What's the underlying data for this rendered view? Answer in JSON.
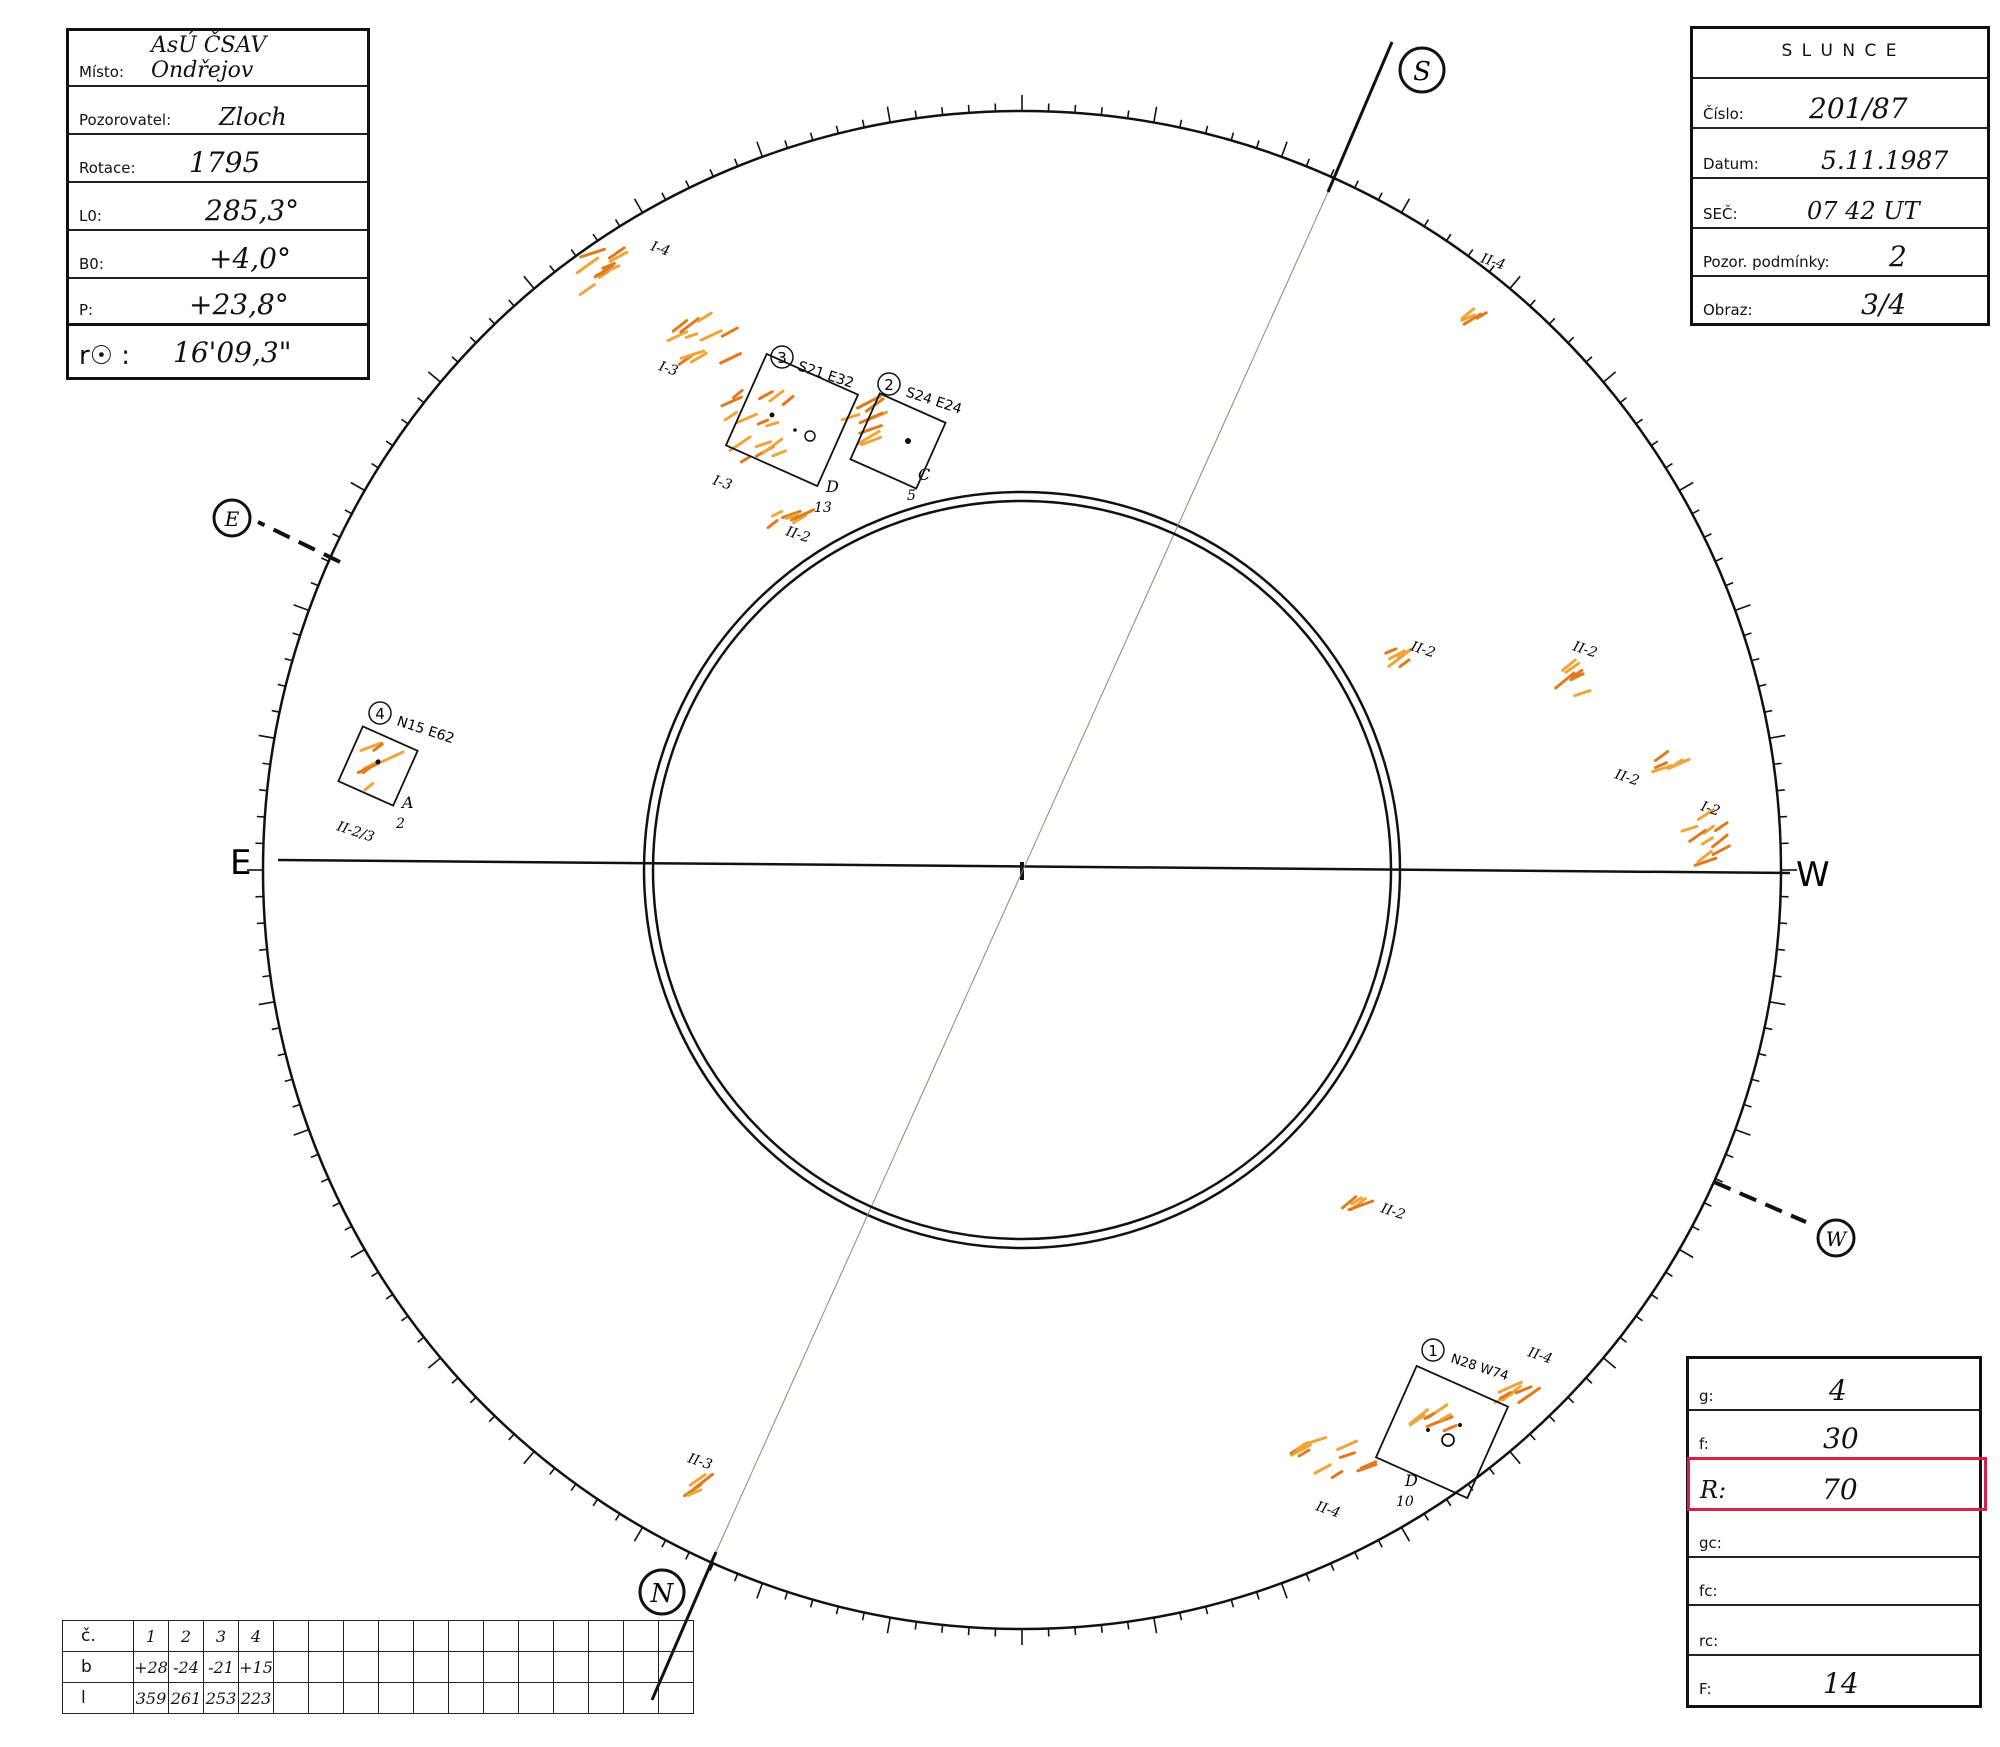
{
  "site_card": {
    "rows": [
      {
        "label": "Místo:",
        "value": "AsÚ ČSAV Ondřejov"
      },
      {
        "label": "Pozorovatel:",
        "value": "Zloch"
      },
      {
        "label": "Rotace:",
        "value": "1795"
      },
      {
        "label": "L0:",
        "value": "285,3°"
      },
      {
        "label": "B0:",
        "value": "+4,0°"
      },
      {
        "label": "P:",
        "value": "+23,8°"
      }
    ],
    "radius_label": "r☉ :",
    "radius_value": "16'09,3\""
  },
  "sun_card": {
    "title": "S L U N C E",
    "rows": [
      {
        "label": "Číslo:",
        "value": "201/87"
      },
      {
        "label": "Datum:",
        "value": "5.11.1987"
      },
      {
        "label": "SEČ:",
        "value": "07 42 UT"
      },
      {
        "label": "Pozor. podmínky:",
        "value": "2"
      },
      {
        "label": "Obraz:",
        "value": "3/4"
      }
    ]
  },
  "counts_card": {
    "highlight_color": "#d6224a",
    "rows": [
      {
        "label": "g:",
        "value": "4"
      },
      {
        "label": "f:",
        "value": "30"
      },
      {
        "label": "R:",
        "value": "70",
        "highlighted": true
      },
      {
        "label": "gc:",
        "value": ""
      },
      {
        "label": "fc:",
        "value": ""
      },
      {
        "label": "rc:",
        "value": ""
      },
      {
        "label": "F:",
        "value": "14"
      }
    ]
  },
  "group_table": {
    "headers": [
      "č.",
      "1",
      "2",
      "3",
      "4"
    ],
    "b": [
      "b",
      "+28",
      "-24",
      "-21",
      "+15"
    ],
    "l": [
      "l",
      "359",
      "261",
      "253",
      "223"
    ]
  },
  "compass": {
    "E": "E",
    "W": "W",
    "S": "S",
    "N": "N",
    "e": "E",
    "w": "W"
  },
  "groups": [
    {
      "num": "1",
      "pos": "N28 W74",
      "class": "D",
      "count": "10"
    },
    {
      "num": "2",
      "pos": "S24 E24",
      "class": "C",
      "count": "5"
    },
    {
      "num": "3",
      "pos": "S21 E32",
      "class": "D",
      "count": "13"
    },
    {
      "num": "4",
      "pos": "N15 E62",
      "class": "A",
      "count": "2"
    }
  ],
  "facula_labels": [
    "I-4",
    "I-3",
    "I-3",
    "II-2",
    "II-2",
    "II-2",
    "II-2",
    "II-4",
    "I-2",
    "II-2",
    "II-4",
    "II-4",
    "II-3",
    "II-2/3"
  ],
  "colors": {
    "ink": "#111111",
    "facula": "#f0a53a",
    "facula_dark": "#e07a1f"
  }
}
